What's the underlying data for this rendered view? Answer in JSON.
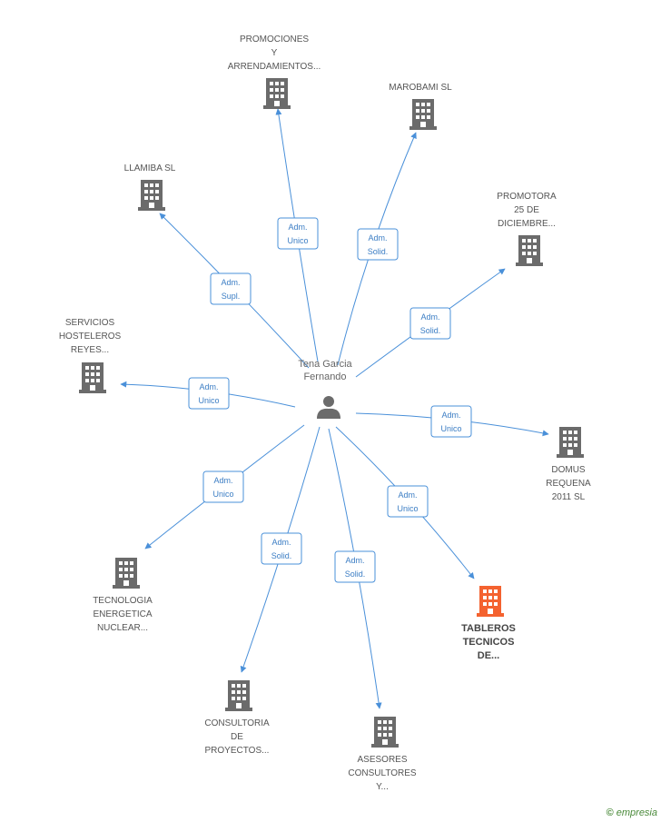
{
  "center": {
    "name_lines": [
      "Tena Garcia",
      "Fernando"
    ],
    "icon": "person-icon"
  },
  "colors": {
    "edge": "#4a90d9",
    "building": "#6b6b6b",
    "highlight": "#f4622f"
  },
  "nodes": [
    {
      "id": "promociones",
      "lines": [
        "PROMOCIONES",
        "Y",
        "ARRENDAMIENTOS..."
      ],
      "edge_lines": [
        "Adm.",
        "Unico"
      ],
      "highlight": false
    },
    {
      "id": "marobami",
      "lines": [
        "MAROBAMI SL"
      ],
      "edge_lines": [
        "Adm.",
        "Solid."
      ],
      "highlight": false
    },
    {
      "id": "llamiba",
      "lines": [
        "LLAMIBA SL"
      ],
      "edge_lines": [
        "Adm.",
        "Supl."
      ],
      "highlight": false
    },
    {
      "id": "promotora",
      "lines": [
        "PROMOTORA",
        "25 DE",
        "DICIEMBRE..."
      ],
      "edge_lines": [
        "Adm.",
        "Solid."
      ],
      "highlight": false
    },
    {
      "id": "servicios",
      "lines": [
        "SERVICIOS",
        "HOSTELEROS",
        "REYES..."
      ],
      "edge_lines": [
        "Adm.",
        "Unico"
      ],
      "highlight": false
    },
    {
      "id": "domus",
      "lines": [
        "DOMUS",
        "REQUENA",
        "2011 SL"
      ],
      "edge_lines": [
        "Adm.",
        "Unico"
      ],
      "highlight": false
    },
    {
      "id": "tecnologia",
      "lines": [
        "TECNOLOGIA",
        "ENERGETICA",
        "NUCLEAR..."
      ],
      "edge_lines": [
        "Adm.",
        "Unico"
      ],
      "highlight": false
    },
    {
      "id": "tableros",
      "lines": [
        "TABLEROS",
        "TECNICOS",
        "DE..."
      ],
      "edge_lines": [
        "Adm.",
        "Unico"
      ],
      "highlight": true
    },
    {
      "id": "consultoria",
      "lines": [
        "CONSULTORIA",
        "DE",
        "PROYECTOS..."
      ],
      "edge_lines": [
        "Adm.",
        "Solid."
      ],
      "highlight": false
    },
    {
      "id": "asesores",
      "lines": [
        "ASESORES",
        "CONSULTORES",
        "Y..."
      ],
      "edge_lines": [
        "Adm.",
        "Solid."
      ],
      "highlight": false
    }
  ],
  "footer": {
    "copyright": "©",
    "brand_initial": "e",
    "brand_rest": "mpresia"
  }
}
